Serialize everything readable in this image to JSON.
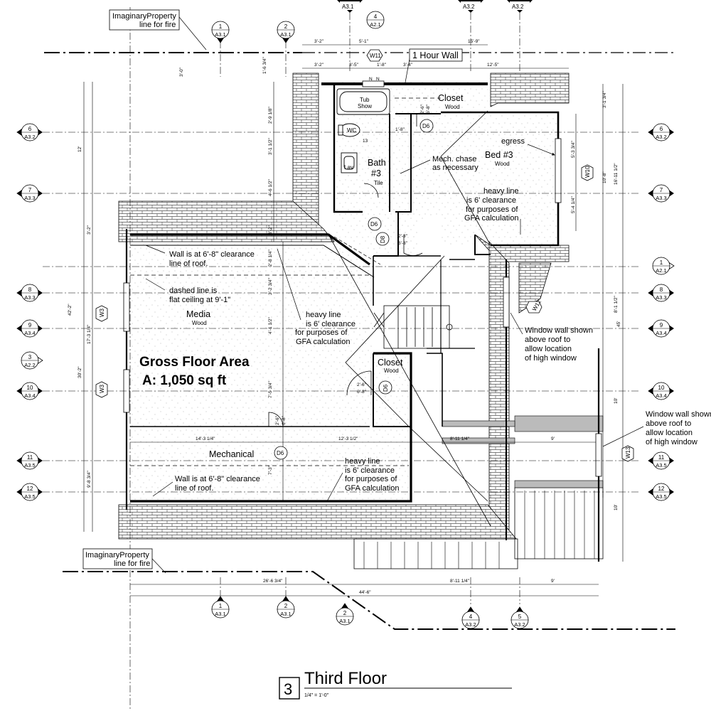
{
  "title": {
    "number": "3",
    "name": "Third Floor",
    "scale": "1/4\" = 1'-0\""
  },
  "gfa": {
    "line1": "Gross Floor Area",
    "line2": "A: 1,050 sq ft"
  },
  "rooms": {
    "closet_top": {
      "name": "Closet",
      "finish": "Wood"
    },
    "bath": {
      "name1": "Bath",
      "name2": "#3",
      "finish": "Tile"
    },
    "tub": {
      "line1": "Tub",
      "line2": "Show"
    },
    "wc": "WC",
    "lav": "Lav",
    "bed": {
      "name": "Bed #3",
      "finish": "Wood"
    },
    "media": {
      "name": "Media",
      "finish": "Wood"
    },
    "closet_mid": {
      "name": "Closet",
      "finish": "Wood"
    },
    "mechanical": {
      "name": "Mechanical"
    }
  },
  "notes": {
    "one_hour_wall": "1 Hour Wall",
    "prop_top": [
      "ImaginaryProperty",
      "line for fire"
    ],
    "prop_bottom": [
      "ImaginaryProperty",
      "line for fire"
    ],
    "egress": "egress",
    "mech_chase": [
      "Mech. chase",
      "as necessary"
    ],
    "heavy_bed": [
      "heavy line",
      "is 6' clearance",
      "for purposes of",
      "GFA calculation"
    ],
    "wall_top": [
      "Wall is at 6'-8\" clearance",
      "line of roof."
    ],
    "dashed": [
      "dashed line is",
      "flat ceiling at 9'-1\""
    ],
    "heavy_mid": [
      "heavy line",
      "is 6' clearance",
      "for purposes of",
      "GFA calculation"
    ],
    "window_wall_1": [
      "Window wall shown",
      "above roof to",
      "allow location",
      "of high window"
    ],
    "window_wall_2": [
      "Window wall shown",
      "above roof to",
      "allow location",
      "of high window"
    ],
    "heavy_mech": [
      "heavy line",
      "is 6' clearance",
      "for purposes of",
      "GFA calculation"
    ],
    "wall_mech": [
      "Wall is at 6'-8\" clearance",
      "line of roof."
    ]
  },
  "section_markers": [
    {
      "num": "1",
      "ref": "A3.1"
    },
    {
      "num": "2",
      "ref": "A3.1"
    },
    {
      "num": "4",
      "ref": "A2.1"
    },
    {
      "num": "6",
      "ref": "A3.2"
    },
    {
      "num": "7",
      "ref": "A3.3"
    },
    {
      "num": "8",
      "ref": "A3.3"
    },
    {
      "num": "9",
      "ref": "A3.4"
    },
    {
      "num": "3",
      "ref": "A2.2"
    },
    {
      "num": "10",
      "ref": "A3.4"
    },
    {
      "num": "11",
      "ref": "A3.5"
    },
    {
      "num": "12",
      "ref": "A3.5"
    },
    {
      "num": "1",
      "ref": "A2.1"
    },
    {
      "num": "4",
      "ref": "A3.2"
    },
    {
      "num": "5",
      "ref": "A3.2"
    }
  ],
  "top_partial_refs": [
    "A3.1",
    "A3.2",
    "A3.2"
  ],
  "door_tags": [
    "D6",
    "D6",
    "D8",
    "D6",
    "D6"
  ],
  "window_tags": [
    "W11",
    "W10",
    "W12",
    "W3",
    "W3",
    "W13"
  ],
  "dims": {
    "top_row1": [
      "3'-2\"",
      "5'-1\"",
      "15'-9\""
    ],
    "top_row2": [
      "3'-2\"",
      "3'-5\"",
      "1'-8\"",
      "3'-4\"",
      "12'-5\""
    ],
    "setback": "3'-0\"",
    "setback2": "1'-6 3/4\"",
    "left_outer": [
      "12'",
      "42'-2\"",
      "30'-2\""
    ],
    "left_inner": [
      "3'-2\"",
      "17'-3 1/4\"",
      "9'-8 3/4\""
    ],
    "left_bath": [
      "2'-9 1/8\"",
      "3'-1 1/2\"",
      "4'-6 1/2\"",
      "3'-2\""
    ],
    "media_col": [
      "2'-8 1/4\"",
      "3'-2 3/4\"",
      "4'-1 1/2\"",
      "7'-5 3/4\"",
      "7'-3\""
    ],
    "right_outer": [
      "3'-1 3/4\"",
      "10'-8\"",
      "16'-11 1/2\"",
      "8'-1 1/2\"",
      "45'",
      "10'",
      "10'"
    ],
    "bed_right": [
      "5'-3 3/4\"",
      "5'-4 1/4\""
    ],
    "mid_row": [
      "14'-3 1/4\"",
      "12'-3 1/2\"",
      "8'-11 1/4\"",
      "9'"
    ],
    "bottom_row1": [
      "26'-6 3/4\"",
      "8'-11 1/4\"",
      "9'"
    ],
    "bottom_row2": "44'-6\"",
    "doors": [
      "2'-6\"",
      "6'-8\"",
      "2'-3\"",
      "6'-8\"",
      "1'-8\"",
      "2'-6\"",
      "6'-8\"",
      "2'-6\"",
      "6'-8\""
    ]
  },
  "misc": {
    "stair_num": "13",
    "tub_n": [
      "N",
      "N"
    ]
  }
}
